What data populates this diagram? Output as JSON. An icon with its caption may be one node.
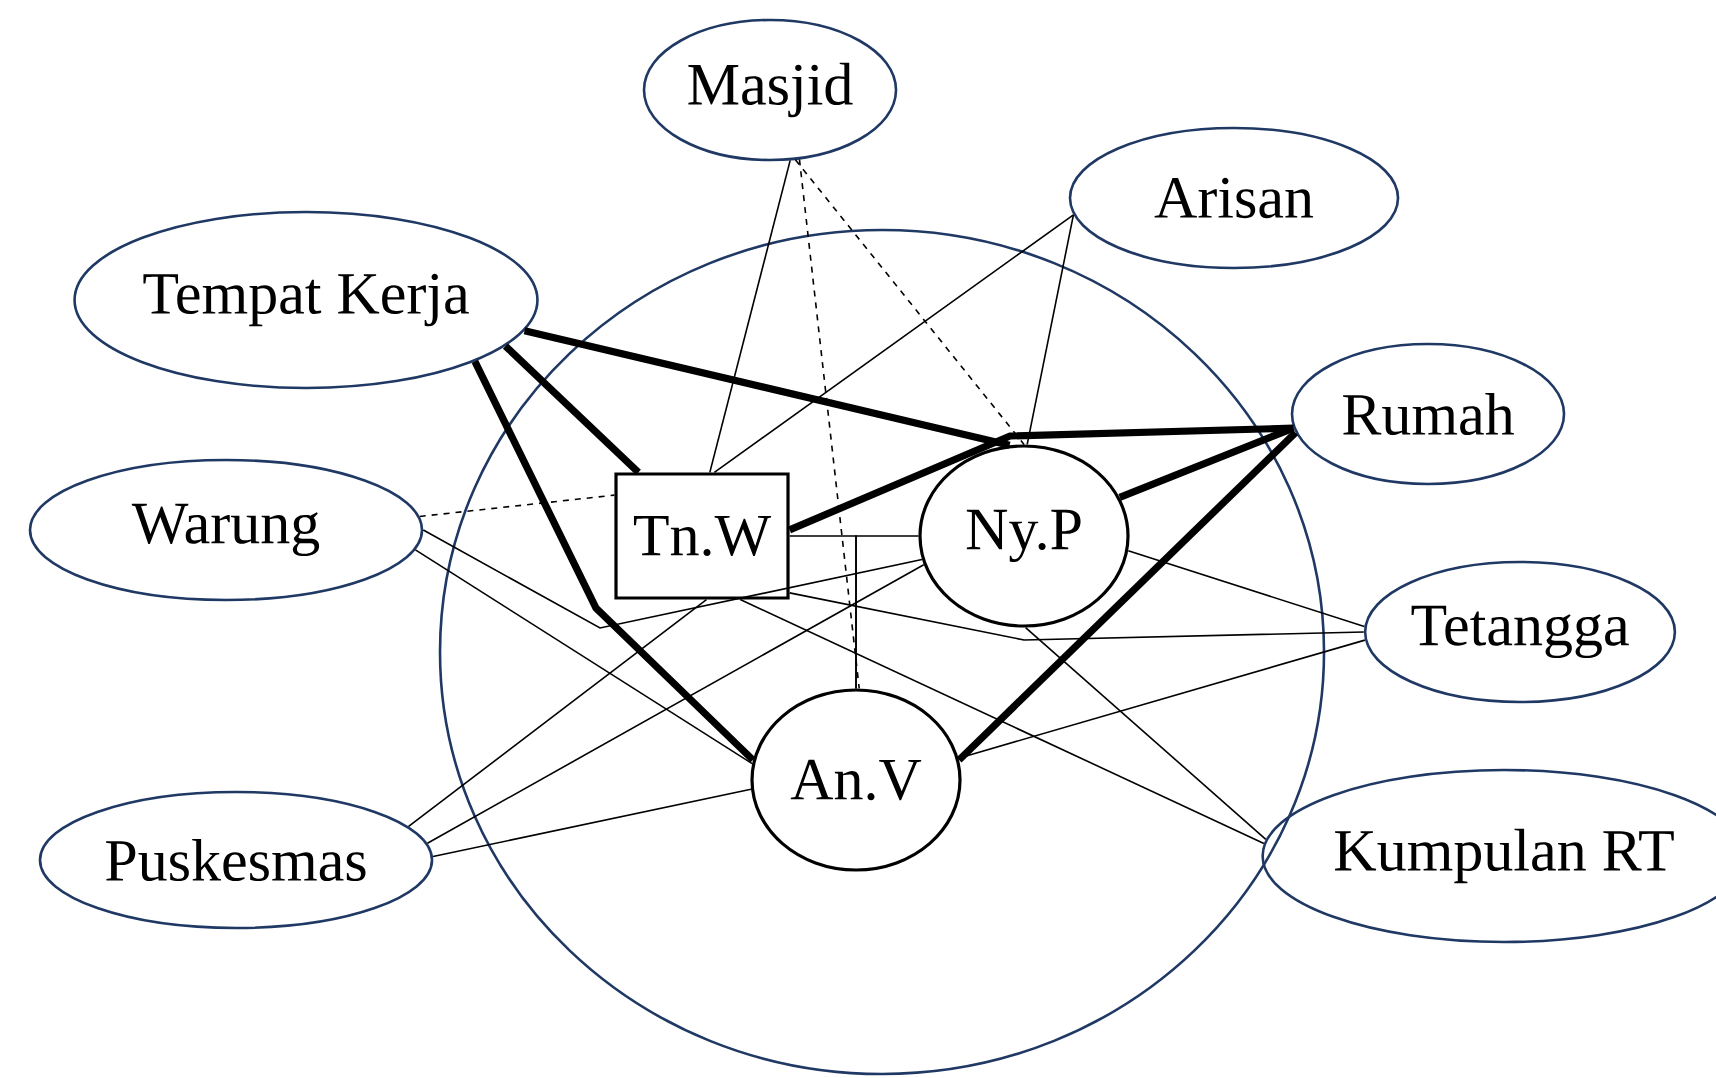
{
  "diagram": {
    "nodes": [
      {
        "text": [],
        "shape": "circle"
      },
      {
        "text": [
          "Masjid"
        ]
      },
      {
        "text": [
          "Arisan"
        ]
      },
      {
        "text": [
          "Tempat Kerja"
        ]
      },
      {
        "text": [
          "Rumah"
        ]
      },
      {
        "text": [
          "Warung"
        ]
      },
      {
        "text": [
          "Tn.W"
        ],
        "in": 0
      },
      {
        "text": [
          "Ny.P"
        ],
        "in": 0
      },
      {
        "text": [
          "Tetangga"
        ]
      },
      {
        "text": [
          "An.V"
        ],
        "in": 0
      },
      {
        "text": [
          "Puskesmas"
        ]
      },
      {
        "text": [
          "Kumpulan RT"
        ]
      }
    ],
    "edges": [
      {
        "from": 1,
        "to": 6,
        "arrow": "none"
      },
      {
        "from": 1,
        "to": 7,
        "arrow": "none",
        "style": "dashed"
      },
      {
        "from": 1,
        "to": 9,
        "arrow": "none",
        "style": "dashed"
      },
      {
        "from": 2,
        "to": 6,
        "arrow": "none"
      },
      {
        "from": 2,
        "to": 7,
        "arrow": "none"
      },
      {
        "from": 3,
        "to": 7,
        "arrow": "none",
        "style": "thick"
      },
      {
        "from": 3,
        "to": 6,
        "arrow": "none",
        "style": "thick"
      },
      {
        "from": 3,
        "to": 9,
        "arrow": "none",
        "style": "thick"
      },
      {
        "from": 4,
        "to": 6,
        "arrow": "none",
        "style": "thick"
      },
      {
        "from": 4,
        "to": 7,
        "arrow": "none",
        "style": "thick"
      },
      {
        "from": 4,
        "to": 9,
        "arrow": "none",
        "style": "thick"
      },
      {
        "from": 5,
        "to": 6,
        "arrow": "none",
        "style": "dashed"
      },
      {
        "from": 5,
        "to": 7,
        "arrow": "none"
      },
      {
        "from": 5,
        "to": 9,
        "arrow": "none"
      },
      {
        "from": 10,
        "to": 6,
        "arrow": "none"
      },
      {
        "from": 10,
        "to": 7,
        "arrow": "none"
      },
      {
        "from": 10,
        "to": 9,
        "arrow": "none"
      },
      {
        "from": 6,
        "to": 8,
        "arrow": "none"
      },
      {
        "from": 7,
        "to": 8,
        "arrow": "none"
      },
      {
        "from": 9,
        "to": 8,
        "arrow": "none"
      },
      {
        "from": 6,
        "to": 11,
        "arrow": "none"
      },
      {
        "from": 7,
        "to": 11,
        "arrow": "none"
      },
      {
        "from": 6,
        "to": 9,
        "arrow": "none"
      },
      {
        "from": 7,
        "to": 9,
        "arrow": "none"
      }
    ]
  }
}
